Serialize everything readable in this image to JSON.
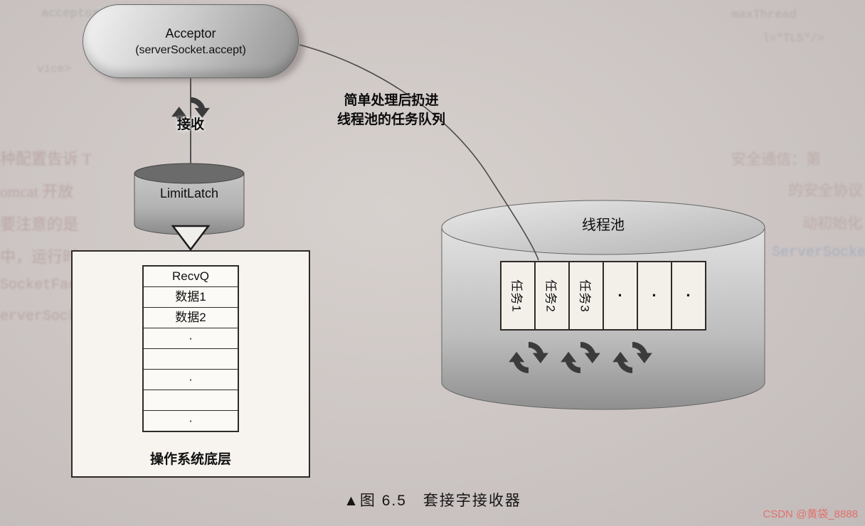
{
  "acceptor": {
    "title": "Acceptor",
    "subtitle": "(serverSocket.accept)"
  },
  "receive_label": "接收",
  "limitlatch_label": "LimitLatch",
  "recvq": {
    "rows": [
      "RecvQ",
      "数据1",
      "数据2",
      "·",
      "",
      "·",
      "",
      "·"
    ]
  },
  "os_box": {
    "bottom_label": "操作系统底层"
  },
  "connector_label": {
    "line1": "简单处理后扔进",
    "line2": "线程池的任务队列"
  },
  "pool": {
    "title": "线程池",
    "queue": [
      "任务1",
      "任务2",
      "任务3",
      "·",
      "·",
      "·"
    ]
  },
  "caption": "▲图 6.5　套接字接收器",
  "watermark": "CSDN @黄袋_8888",
  "colors": {
    "watermark_accent": "#e2716e",
    "icon_dark": "#3b3b3b",
    "page_background": "#ccc5c3"
  },
  "background_artifacts": [
    "acceptor",
    "maxThread",
    "l=\"TLS\"/>",
    "vice>",
    "安全通信：第",
    "种配置告诉 T",
    "omcat 开放",
    "的安全协议",
    "要注意的是",
    "动初始化",
    "中，运行时",
    "ServerSocket",
    "SocketFacto",
    "erverSocketFactory"
  ]
}
